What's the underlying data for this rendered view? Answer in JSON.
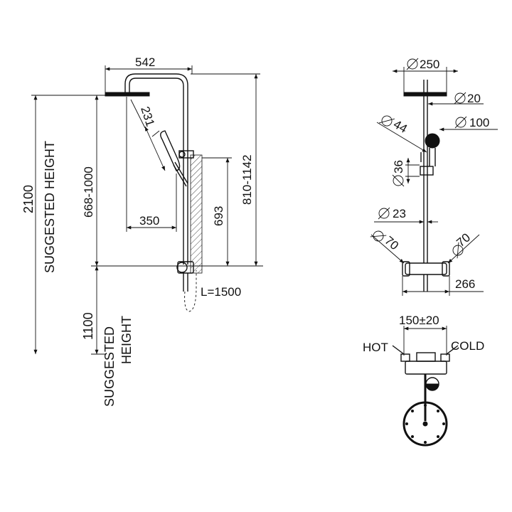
{
  "dimensions": {
    "arm_width": "542",
    "head_to_handshower": "231",
    "reach": "350",
    "bracket_height": "693",
    "adjust_range": "668-1000",
    "column_range": "810-1142",
    "hose_length": "L=1500",
    "total_height": "2100",
    "suggested_height_label": "SUGGESTED HEIGHT",
    "mixer_height": "1100",
    "suggested_height_line1": "SUGGESTED",
    "suggested_height_line2": "HEIGHT",
    "head_diameter": "250",
    "pipe_diameter": "20",
    "handshower_diameter": "100",
    "handle_diameter": "44",
    "slider_diameter": "36",
    "tube_diameter": "23",
    "knob_left_diameter": "70",
    "knob_right_diameter": "70",
    "mixer_width": "266",
    "inlet_spacing": "150±20"
  },
  "labels": {
    "hot": "HOT",
    "cold": "COLD"
  }
}
